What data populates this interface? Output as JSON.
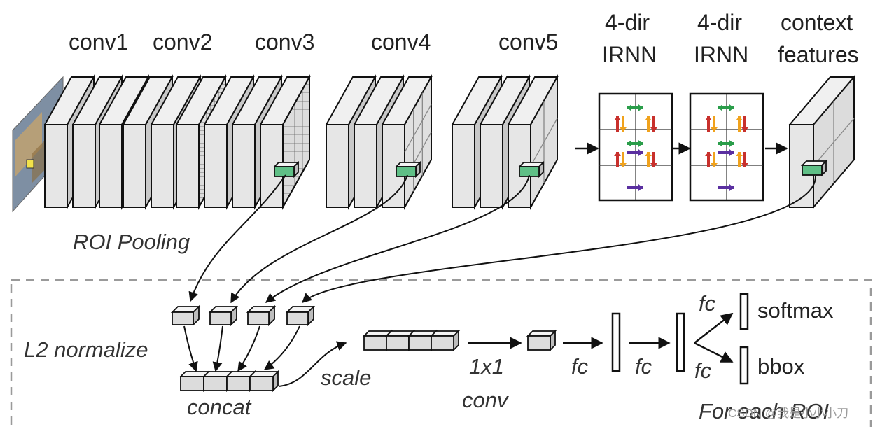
{
  "headers": {
    "conv1": "conv1",
    "conv2": "conv2",
    "conv3": "conv3",
    "conv4": "conv4",
    "conv5": "conv5",
    "irnn1_line1": "4-dir",
    "irnn1_line2": "IRNN",
    "irnn2_line1": "4-dir",
    "irnn2_line2": "IRNN",
    "context_line1": "context",
    "context_line2": "features"
  },
  "labels": {
    "roi_pooling": "ROI Pooling",
    "l2_normalize": "L2 normalize",
    "concat": "concat",
    "scale": "scale",
    "conv_1x1_line1": "1x1",
    "conv_1x1_line2": "conv",
    "fc_1": "fc",
    "fc_2": "fc",
    "fc_softmax": "fc",
    "fc_bbox": "fc",
    "softmax": "softmax",
    "bbox": "bbox",
    "for_each_roi": "For each ROI"
  },
  "watermark": "CSDN @我是小小小刀",
  "colors": {
    "block_face": "#e6e6e6",
    "block_side": "#c8c8c8",
    "roi_green": "#5fbf86",
    "arrow_green": "#2a9d4a",
    "arrow_red": "#c8302c",
    "arrow_orange": "#f0a21c",
    "arrow_purple": "#5a2fa0",
    "dash_border": "#999999"
  }
}
